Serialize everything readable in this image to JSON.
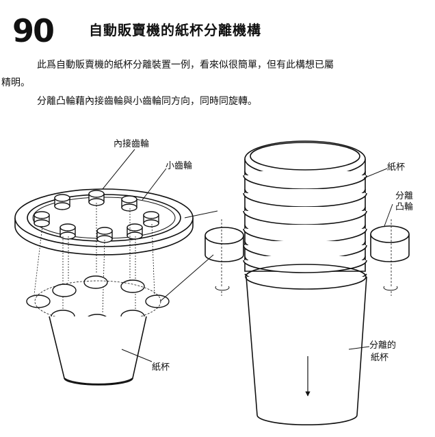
{
  "header": {
    "number": "90",
    "title": "自動販賣機的紙杯分離機構"
  },
  "body": {
    "paragraph1_line1": "此爲自動販賣機的紙杯分離裝置一例，看來似很簡單，但有此構想已屬",
    "paragraph1_line2": "精明。",
    "paragraph2": "分離凸輪藉內接齒輪與小齒輪同方向，同時同旋轉。"
  },
  "figure": {
    "labels": {
      "internal_gear": "內接齒輪",
      "small_gear": "小齒輪",
      "paper_cup_left": "紙杯",
      "paper_cup_right": "紙杯",
      "separation_cam_1": "分離",
      "separation_cam_2": "凸輪",
      "separated_cup_1": "分離的",
      "separated_cup_2": "紙杯"
    }
  }
}
